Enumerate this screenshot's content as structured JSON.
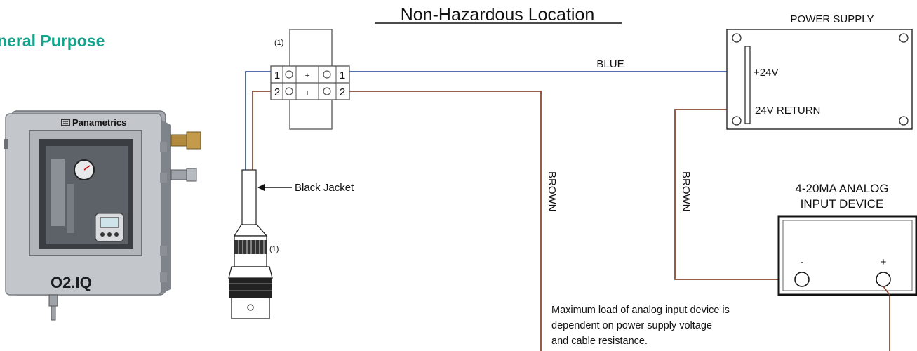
{
  "heading": {
    "text": "Non-Hazardous Location"
  },
  "side_title": {
    "text": "neral Purpose",
    "color": "#14a38b"
  },
  "device": {
    "brand": "Panametrics",
    "model": "O2.IQ"
  },
  "terminal_block": {
    "ref_note": "(1)",
    "rows": [
      {
        "left_num": "1",
        "sign": "+",
        "right_num": "1"
      },
      {
        "left_num": "2",
        "sign": "ı",
        "right_num": "2"
      }
    ]
  },
  "cable": {
    "jacket_label": "Black Jacket",
    "connector_note": "(1)"
  },
  "wires": {
    "blue_label": "BLUE",
    "brown_label_1": "BROWN",
    "brown_label_2": "BROWN",
    "blue_color": "#3d5aa8",
    "brown_color": "#8a4a30"
  },
  "power_supply": {
    "title": "POWER SUPPLY",
    "terminal_plus": "+24V",
    "terminal_return": "24V RETURN"
  },
  "analog_device": {
    "title_line1": "4-20MA ANALOG",
    "title_line2": "INPUT DEVICE",
    "minus": "-",
    "plus": "+"
  },
  "note": {
    "line1": "Maximum load of analog input device is",
    "line2": "dependent on power supply voltage",
    "line3": "and cable resistance."
  }
}
